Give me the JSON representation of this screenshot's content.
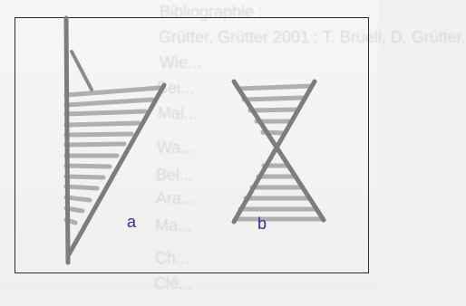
{
  "background_text": [
    "Bibliographie :",
    "Grütter, Grütter 2001 : T. Brüell, D. Grütter,",
    "Wie...",
    "Bei...",
    "Mai...",
    "Wa...",
    "Bel...",
    "Ara...",
    "Ma...",
    "Ch...",
    "Clé..."
  ],
  "figure": {
    "label_a": "a",
    "label_b": "b",
    "colors": {
      "frame": "#2c2c2c",
      "label": "#2e2aa7",
      "stroke": "#7d7d7d",
      "hatch": "#a8a8a8"
    }
  }
}
